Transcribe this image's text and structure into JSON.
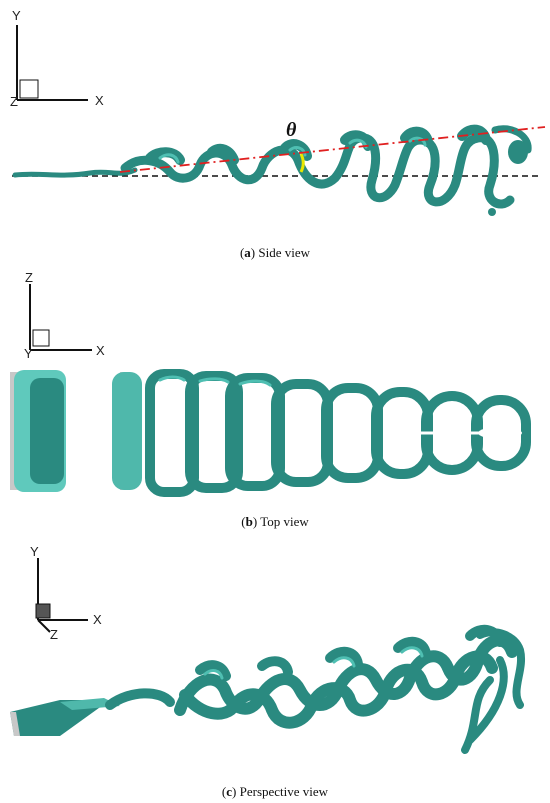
{
  "panels": [
    {
      "id": "a",
      "axes": {
        "up": "Y",
        "right": "X",
        "origin": "Z"
      },
      "annotation": "θ",
      "caption_letter": "a",
      "caption_text": "Side view"
    },
    {
      "id": "b",
      "axes": {
        "up": "Z",
        "right": "X",
        "origin": "Y"
      },
      "caption_letter": "b",
      "caption_text": "Top view"
    },
    {
      "id": "c",
      "axes": {
        "up": "Y",
        "right": "X",
        "origin": "Z"
      },
      "caption_letter": "c",
      "caption_text": "Perspective view"
    }
  ],
  "colors": {
    "vortex": "#2a8a80",
    "vortex_highlight": "#4fbfb2",
    "trend_line": "#e02020",
    "reference_line": "#111111",
    "angle_arc": "#e8e800",
    "plate": "#c8c8c8"
  }
}
